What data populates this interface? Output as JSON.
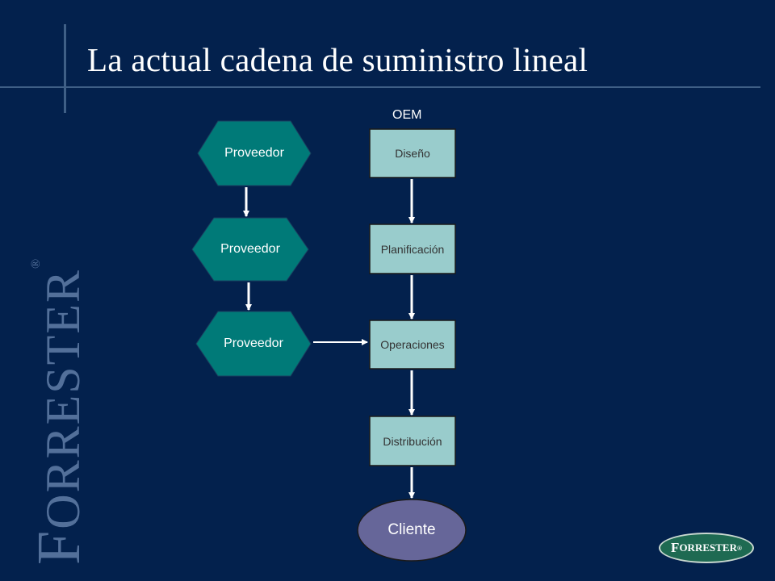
{
  "slide": {
    "title": "La actual cadena de suministro lineal"
  },
  "brand": {
    "side_initial": "F",
    "side_rest": "ORRESTER",
    "side_mark": "®",
    "logo_initial": "F",
    "logo_rest": "ORRESTER",
    "logo_mark": "®"
  },
  "diagram": {
    "oem_label": "OEM",
    "suppliers": [
      "Proveedor",
      "Proveedor",
      "Proveedor"
    ],
    "stages": [
      "Diseño",
      "Planificación",
      "Operaciones",
      "Distribución"
    ],
    "customer": "Cliente"
  },
  "colors": {
    "background": "#03214d",
    "supplier_fill": "#007a78",
    "stage_fill": "#99cccc",
    "customer_fill": "#666699",
    "arrow": "#ffffff"
  }
}
